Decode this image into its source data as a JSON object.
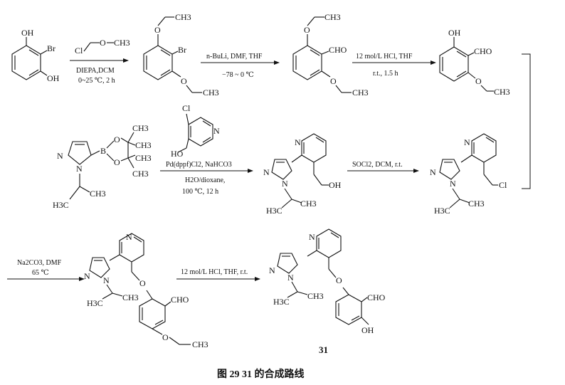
{
  "caption": "图 29   31 的合成路线",
  "compound_label": "31",
  "row1": {
    "sm_atoms": [
      "OH",
      "Br",
      "OH"
    ],
    "reagent": [
      "Cl",
      "O",
      "CH3"
    ],
    "step1": [
      "DIEPA,DCM",
      "0~25 ℃, 2 h"
    ],
    "int1_atoms": [
      "O",
      "CH3",
      "Br",
      "O",
      "CH3"
    ],
    "step2": [
      "n-BuLi, DMF, THF",
      "−78 ~ 0 ℃"
    ],
    "int2_atoms": [
      "O",
      "CH3",
      "CHO",
      "O",
      "CH3"
    ],
    "step3": [
      "12 mol/L HCl, THF",
      "r.t., 1.5 h"
    ],
    "int3_atoms": [
      "OH",
      "CHO",
      "O",
      "CH3"
    ]
  },
  "row2": {
    "boronate_atoms": [
      "N",
      "N",
      "B",
      "O",
      "O",
      "CH3",
      "CH3",
      "CH3",
      "CH3",
      "H3C",
      "CH3"
    ],
    "coupling_partner": [
      "Cl",
      "N",
      "HO"
    ],
    "step4": [
      "Pd(dppf)Cl2, NaHCO3",
      "H2O/dioxane,",
      "100 ℃, 12 h"
    ],
    "int4_atoms": [
      "N",
      "N",
      "N",
      "OH",
      "H3C",
      "CH3"
    ],
    "step5": [
      "SOCl2, DCM, r.t."
    ],
    "int5_atoms": [
      "N",
      "N",
      "N",
      "Cl",
      "H3C",
      "CH3"
    ]
  },
  "row3": {
    "step6": [
      "Na2CO3, DMF",
      "65 ℃"
    ],
    "int6_atoms": [
      "N",
      "N",
      "N",
      "O",
      "CHO",
      "O",
      "CH3",
      "H3C",
      "CH3"
    ],
    "step7": [
      "12 mol/L HCl, THF, r.t."
    ],
    "product_atoms": [
      "N",
      "N",
      "N",
      "O",
      "CHO",
      "OH",
      "H3C",
      "CH3"
    ]
  }
}
